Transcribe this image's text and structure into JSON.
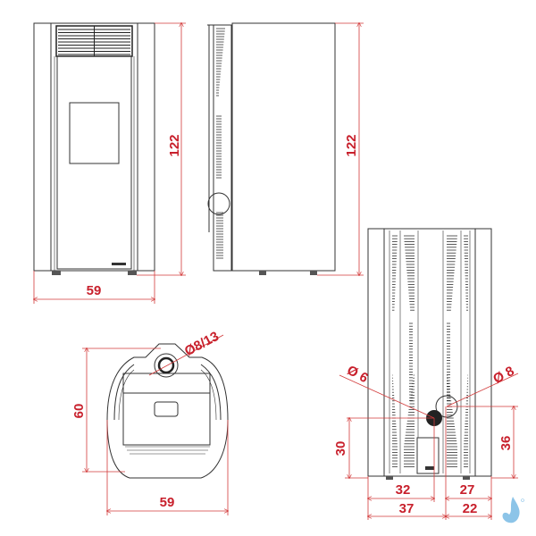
{
  "colors": {
    "dimension": "#c8202c",
    "outline": "#333333",
    "logo": "#8cc4e8"
  },
  "front_view": {
    "height_label": "122",
    "width_label": "59"
  },
  "side_view": {
    "height_label": "122"
  },
  "top_view": {
    "flue_label": "Ø8/13",
    "depth_label": "60",
    "width_label": "59"
  },
  "rear_view": {
    "inlet_label": "Ø 6",
    "outlet_label": "Ø 8",
    "inlet_height_label": "30",
    "outlet_height_label": "36",
    "inlet_offset_label": "32",
    "outlet_side_label": "27",
    "outlet_offset_label": "37",
    "outlet_right_label": "22"
  },
  "logo": {
    "icon": "water-drop-logo"
  }
}
